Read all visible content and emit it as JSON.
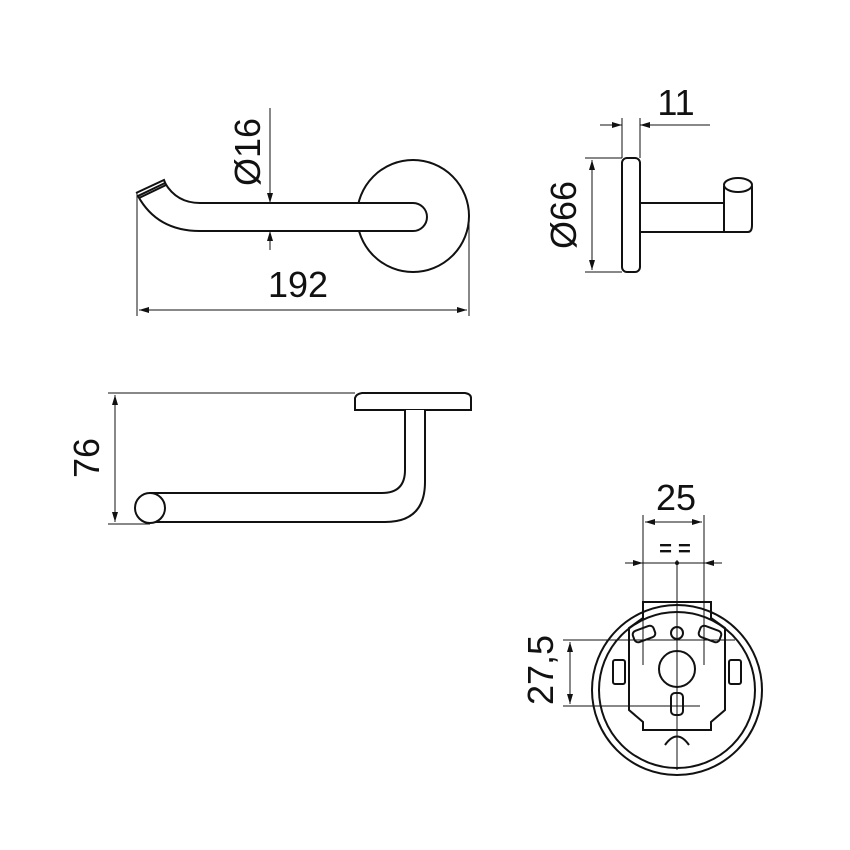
{
  "dimensions": {
    "rod_diameter": "Ø16",
    "total_length": "192",
    "plate_thickness": "11",
    "plate_diameter": "Ø66",
    "height": "76",
    "hole_spacing": "25",
    "equal_marks": "= =",
    "hole_offset": "27,5"
  }
}
